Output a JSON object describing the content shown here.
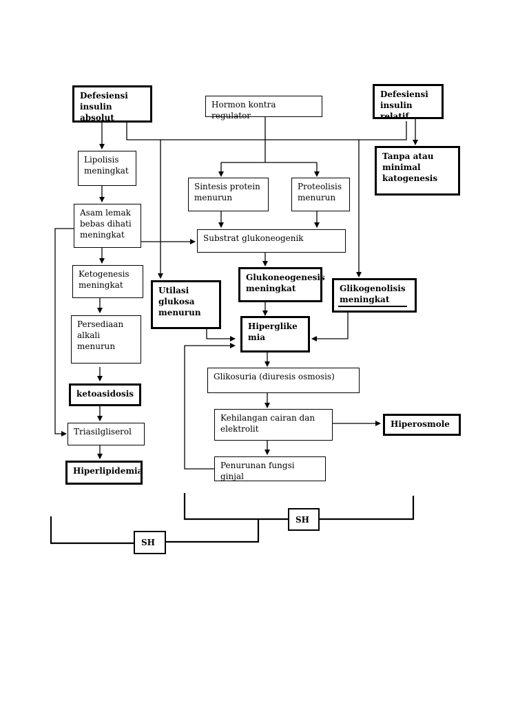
{
  "nodes": {
    "defisiensi_absolut": "Defesiensi\ninsulin absolut",
    "hormon_kontra": "Hormon kontra regulator",
    "defisiensi_relatif": "Defesiensi\ninsulin relatif",
    "lipolisis": "Lipolisis\nmeningkat",
    "sintesis_protein": "Sintesis protein\nmenurun",
    "proteolisis": "Proteolisis\nmenurun",
    "tanpa_ketogenesis": "Tanpa atau\nminimal\nkatogenesis",
    "asam_lemak": "Asam lemak\nbebas dihati\nmeningkat",
    "substrat": "Substrat glukoneogenik",
    "ketogenesis": "Ketogenesis\nmeningkat",
    "utilasi_glukosa": "Utilasi\nglukosa\nmenurun",
    "glukoneogenesis": "Glukoneogenesis\nmeningkat",
    "glikogenolisis": "Glikogenolisis\nmeningkat",
    "persediaan_alkali": "Persediaan\nalkali\nmenurun",
    "hiperglikemia": "Hiperglike\nmia",
    "glikosuria": "Glikosuria (diuresis osmosis)",
    "ketoasidosis": "ketoasidosis",
    "kehilangan_cairan": "Kehilangan cairan  dan\nelektrolit",
    "hiperosmole": "Hiperosmole",
    "triasilgliserol": "Triasilgliserol",
    "penurunan_ginjal": "Penurunan fungsi ginjal",
    "hiperlipidemia": "Hiperlipidemia"
  },
  "sh_right": "SH",
  "sh_left": "SH"
}
